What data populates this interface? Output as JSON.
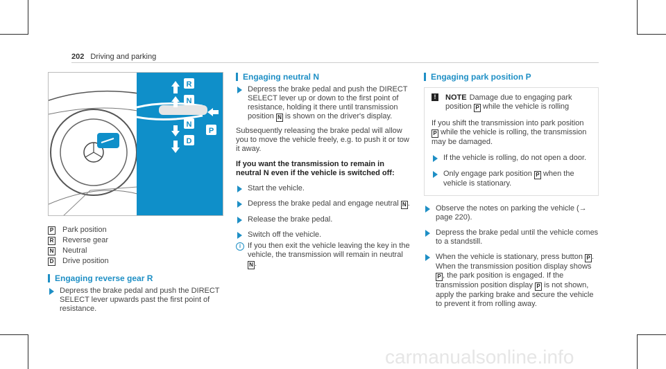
{
  "header": {
    "page_number": "202",
    "section": "Driving and parking"
  },
  "figure": {
    "gear_labels": [
      "R",
      "N",
      "N",
      "D",
      "P"
    ],
    "legend": [
      {
        "key": "P",
        "label": "Park position"
      },
      {
        "key": "R",
        "label": "Reverse gear"
      },
      {
        "key": "N",
        "label": "Neutral"
      },
      {
        "key": "D",
        "label": "Drive position"
      }
    ]
  },
  "reverse": {
    "title": "Engaging reverse gear R",
    "step1": "Depress the brake pedal and push the DIRECT SELECT lever upwards past the first point of resistance."
  },
  "neutral": {
    "title": "Engaging neutral N",
    "step1_a": "Depress the brake pedal and push the DIRECT SELECT lever up or down to the first point of resistance, holding it there until transmission position",
    "step1_b": "is shown on the driver's display.",
    "paragraph": "Subsequently releasing the brake pedal will allow you to move the vehicle freely, e.g. to push it or tow it away.",
    "subhead": "If you want the transmission to remain in neutral N even if the vehicle is switched off:",
    "step2": "Start the vehicle.",
    "step3": "Depress the brake pedal and engage neutral",
    "step4": "Release the brake pedal.",
    "step5": "Switch off the vehicle.",
    "info": "If you then exit the vehicle leaving the key in the vehicle, the transmission will remain in neutral"
  },
  "park": {
    "title": "Engaging park position P",
    "note_label": "NOTE",
    "note_a": "Damage due to engaging park position",
    "note_b": "while the vehicle is rolling",
    "note_para_a": "If you shift the transmission into park position",
    "note_para_b": "while the vehicle is rolling, the transmission may be damaged.",
    "note_step1": "If the vehicle is rolling, do not open a door.",
    "note_step2_a": "Only engage park position",
    "note_step2_b": "when the vehicle is stationary.",
    "step1": "Observe the notes on parking the vehicle (→ page 220).",
    "step2": "Depress the brake pedal until the vehicle comes to a standstill.",
    "step3_a": "When the vehicle is stationary, press button",
    "step3_b": "When the transmission position display shows",
    "step3_c": ", the park position is engaged. If the transmission position display",
    "step3_d": "is not shown, apply the parking brake and secure the vehicle to prevent it from rolling away."
  },
  "keys": {
    "P": "P",
    "R": "R",
    "N": "N",
    "D": "D"
  },
  "watermark": "carmanualsonline.info"
}
